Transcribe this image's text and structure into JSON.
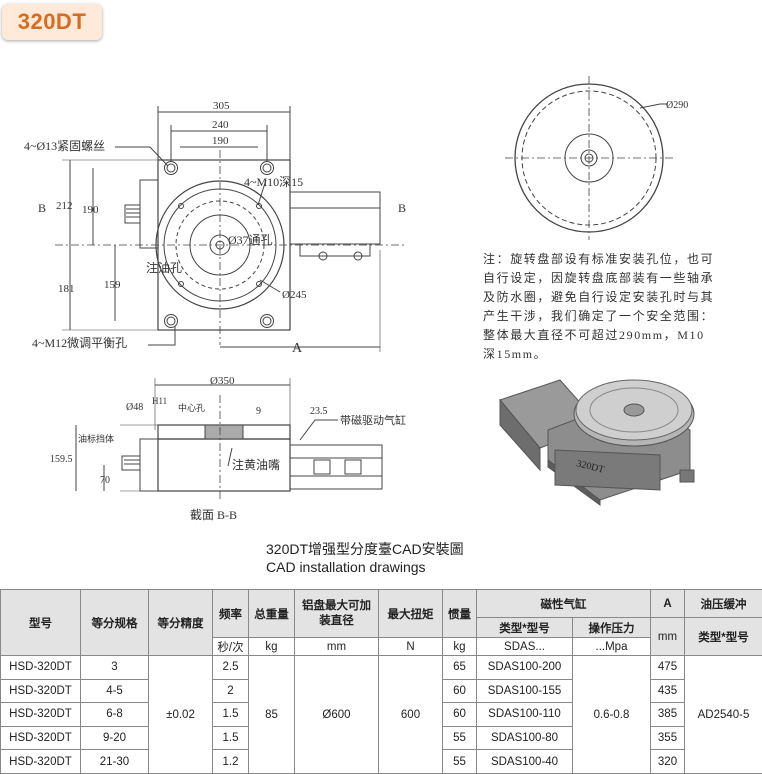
{
  "badge": {
    "label": "320DT"
  },
  "drawing": {
    "top_dims": [
      "305",
      "240",
      "190",
      "212",
      "190",
      "181",
      "159",
      "Ø245",
      "Ø37通孔"
    ],
    "top_labels": [
      "4~Ø13紧固螺丝",
      "4~M10深15",
      "B",
      "B",
      "注油孔",
      "4~M12微调平衡孔",
      "A"
    ],
    "side_dims": [
      "Ø350",
      "Ø48",
      "H11",
      "中心孔",
      "9",
      "23.5",
      "159.5",
      "70"
    ],
    "side_labels": [
      "带磁驱动气缸",
      "油标挡体",
      "注黄油嘴",
      "截面 B-B"
    ],
    "plate_dim": "Ø290",
    "note": "注：旋转盘部设有标准安装孔位，也可自行设定，因旋转盘底部装有一些轴承及防水圈，避免自行设定安装孔时与其产生干涉，我们确定了一个安全范围：整体最大直径不可超过290mm，M10深15mm。",
    "product_label": "320DT"
  },
  "caption": {
    "zh": "320DT增强型分度臺CAD安裝圖",
    "en": "CAD installation drawings"
  },
  "table": {
    "header1": [
      "型号",
      "等分规格",
      "等分精度",
      "频率",
      "总重量",
      "铝盘最大可加装直径",
      "最大扭矩",
      "惯量",
      "磁性气缸",
      "A",
      "油压缓冲"
    ],
    "header2": [
      "类型*型号",
      "操作压力",
      "mm",
      "类型*型号"
    ],
    "units": [
      "秒/次",
      "kg",
      "mm",
      "N",
      "kg",
      "SDAS...",
      "...Mpa"
    ],
    "rows": [
      [
        "HSD-320DT",
        "3",
        "2.5",
        "65",
        "SDAS100-200",
        "475"
      ],
      [
        "HSD-320DT",
        "4-5",
        "2",
        "60",
        "SDAS100-155",
        "435"
      ],
      [
        "HSD-320DT",
        "6-8",
        "1.5",
        "60",
        "SDAS100-110",
        "385"
      ],
      [
        "HSD-320DT",
        "9-20",
        "1.5",
        "55",
        "SDAS100-80",
        "355"
      ],
      [
        "HSD-320DT",
        "21-30",
        "1.2",
        "55",
        "SDAS100-40",
        "320"
      ]
    ],
    "merged": {
      "precision": "±0.02",
      "weight": "85",
      "diameter": "Ø600",
      "torque": "600",
      "pressure": "0.6-0.8",
      "buffer": "AD2540-5"
    }
  }
}
